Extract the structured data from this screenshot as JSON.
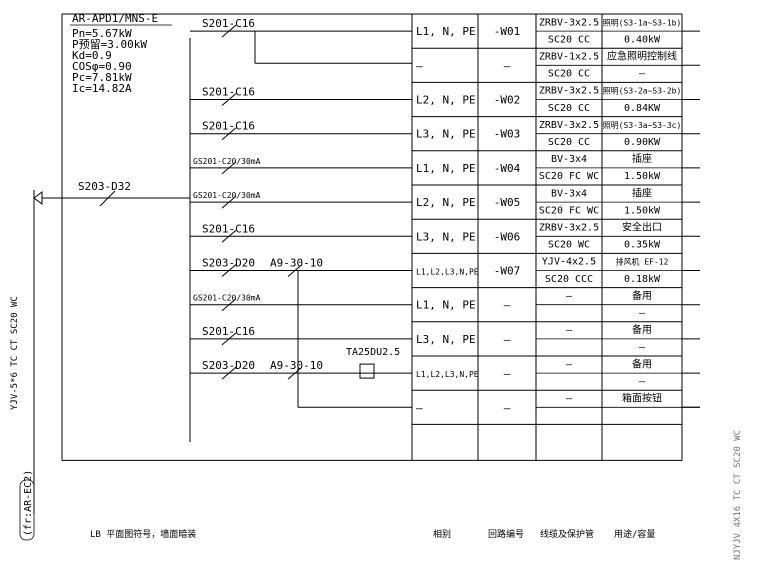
{
  "panel": {
    "name": "AR-APD1/MNS-E",
    "params": [
      "Pn=5.67kW",
      "P预留=3.00kW",
      "Kd=0.9",
      "COSφ=0.90",
      "Pc=7.81kW",
      "Ic=14.82A"
    ]
  },
  "incoming": {
    "breaker": "S203-D32",
    "source": "(fr:AR-EC2)",
    "cable": "YJV-5*6 TC CT SC20 WC"
  },
  "circuits": [
    {
      "breaker": "S201-C16",
      "phase": "L1, N, PE",
      "id": "-W01",
      "cable": "ZRBV-3x2.5",
      "conduit": "SC20 CC",
      "use": "照明(S3-1a~S3-1b)",
      "load": "0.40kW"
    },
    {
      "breaker": "",
      "phase": "–",
      "id": "–",
      "cable": "ZRBV-1x2.5",
      "conduit": "SC20 CC",
      "use": "应急照明控制线",
      "load": "–"
    },
    {
      "breaker": "S201-C16",
      "phase": "L2, N, PE",
      "id": "-W02",
      "cable": "ZRBV-3x2.5",
      "conduit": "SC20 CC",
      "use": "照明(S3-2a~S3-2b)",
      "load": "0.84KW"
    },
    {
      "breaker": "S201-C16",
      "phase": "L3, N, PE",
      "id": "-W03",
      "cable": "ZRBV-3x2.5",
      "conduit": "SC20 CC",
      "use": "照明(S3-3a~S3-3c)",
      "load": "0.90KW"
    },
    {
      "breaker": "GS201-C20/30mA",
      "phase": "L1, N, PE",
      "id": "-W04",
      "cable": "BV-3x4",
      "conduit": "SC20 FC WC",
      "use": "插座",
      "load": "1.50kW"
    },
    {
      "breaker": "GS201-C20/30mA",
      "phase": "L2, N, PE",
      "id": "-W05",
      "cable": "BV-3x4",
      "conduit": "SC20 FC WC",
      "use": "插座",
      "load": "1.50kW"
    },
    {
      "breaker": "S201-C16",
      "phase": "L3, N, PE",
      "id": "-W06",
      "cable": "ZRBV-3x2.5",
      "conduit": "SC20 WC",
      "use": "安全出口",
      "load": "0.35kW"
    },
    {
      "breaker": "S203-D20",
      "contactor": "A9-30-10",
      "phase": "L1,L2,L3,N,PE",
      "id": "-W07",
      "cable": "YJV-4x2.5",
      "conduit": "SC20 CCC",
      "use": "排风机 EF-12",
      "load": "0.18kW"
    },
    {
      "breaker": "GS201-C20/30mA",
      "phase": "L1, N, PE",
      "id": "–",
      "cable": "–",
      "conduit": "",
      "use": "备用",
      "load": "–"
    },
    {
      "breaker": "S201-C16",
      "phase": "L3, N, PE",
      "id": "–",
      "cable": "–",
      "conduit": "",
      "use": "备用",
      "load": "–"
    },
    {
      "breaker": "S203-D20",
      "contactor": "A9-30-10",
      "timer": "TA25DU2.5",
      "phase": "L1,L2,L3,N,PE",
      "id": "–",
      "cable": "–",
      "conduit": "",
      "use": "备用",
      "load": "–"
    },
    {
      "breaker": "",
      "phase": "–",
      "id": "–",
      "cable": "–",
      "conduit": "",
      "use": "箱面按钮",
      "load": ""
    }
  ],
  "footer": {
    "note": "LB 平面图符号，墙面暗装",
    "col_phase": "相别",
    "col_id": "回路编号",
    "col_cable": "线缆及保护管",
    "col_use": "用途/容量"
  },
  "right_margin_text": "NJYJV 4X16 TC CT SC20 WC"
}
